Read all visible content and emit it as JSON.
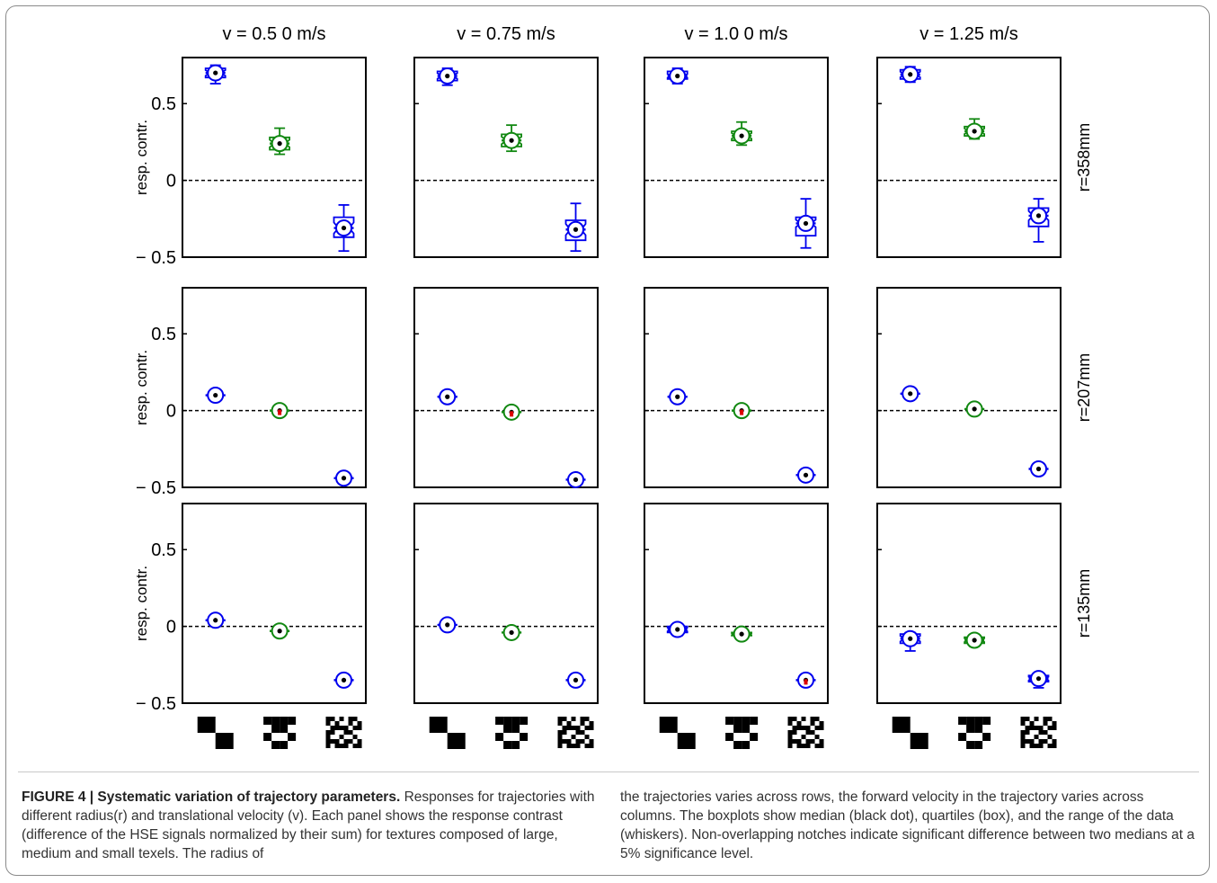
{
  "figure": {
    "column_titles": [
      "v =  0.5 0 m/s",
      "v =  0.75 m/s",
      "v =  1.0 0 m/s",
      "v =  1.25 m/s"
    ],
    "row_labels": [
      "r=358mm",
      "r=207mm",
      "r=135mm"
    ],
    "ylabel": "resp. contr.",
    "ytick_labels": [
      "0.5",
      "0",
      "− 0.5"
    ],
    "colors": {
      "large": "#0000ee",
      "medium": "#118811",
      "small": "#0000ee",
      "median": "#000000",
      "flag": "#dd0000"
    }
  },
  "chart_data": {
    "type": "boxplot",
    "ylim": [
      -0.5,
      0.8
    ],
    "yticks": [
      0.5,
      0,
      -0.5
    ],
    "reference_line": 0,
    "categories": [
      "large texels",
      "medium texels",
      "small texels"
    ],
    "panels": [
      {
        "row": 0,
        "col": 0,
        "boxes": [
          {
            "median": 0.7,
            "q1": 0.67,
            "q3": 0.73,
            "lo": 0.63,
            "hi": 0.75
          },
          {
            "median": 0.24,
            "q1": 0.2,
            "q3": 0.28,
            "lo": 0.17,
            "hi": 0.34
          },
          {
            "median": -0.31,
            "q1": -0.37,
            "q3": -0.24,
            "lo": -0.46,
            "hi": -0.16
          }
        ]
      },
      {
        "row": 0,
        "col": 1,
        "boxes": [
          {
            "median": 0.68,
            "q1": 0.65,
            "q3": 0.71,
            "lo": 0.62,
            "hi": 0.73
          },
          {
            "median": 0.26,
            "q1": 0.22,
            "q3": 0.3,
            "lo": 0.19,
            "hi": 0.36
          },
          {
            "median": -0.32,
            "q1": -0.39,
            "q3": -0.26,
            "lo": -0.46,
            "hi": -0.15
          }
        ]
      },
      {
        "row": 0,
        "col": 2,
        "boxes": [
          {
            "median": 0.68,
            "q1": 0.66,
            "q3": 0.71,
            "lo": 0.63,
            "hi": 0.73
          },
          {
            "median": 0.29,
            "q1": 0.26,
            "q3": 0.32,
            "lo": 0.23,
            "hi": 0.38
          },
          {
            "median": -0.28,
            "q1": -0.36,
            "q3": -0.24,
            "lo": -0.44,
            "hi": -0.12
          }
        ]
      },
      {
        "row": 0,
        "col": 3,
        "boxes": [
          {
            "median": 0.69,
            "q1": 0.66,
            "q3": 0.72,
            "lo": 0.64,
            "hi": 0.74
          },
          {
            "median": 0.32,
            "q1": 0.29,
            "q3": 0.35,
            "lo": 0.27,
            "hi": 0.4
          },
          {
            "median": -0.23,
            "q1": -0.3,
            "q3": -0.18,
            "lo": -0.4,
            "hi": -0.12
          }
        ]
      },
      {
        "row": 1,
        "col": 0,
        "boxes": [
          {
            "median": 0.1,
            "q1": 0.1,
            "q3": 0.1,
            "lo": 0.1,
            "hi": 0.1
          },
          {
            "median": 0.0,
            "q1": 0.0,
            "q3": 0.0,
            "lo": 0.0,
            "hi": 0.0,
            "flag": true
          },
          {
            "median": -0.44,
            "q1": -0.44,
            "q3": -0.44,
            "lo": -0.44,
            "hi": -0.44
          }
        ]
      },
      {
        "row": 1,
        "col": 1,
        "boxes": [
          {
            "median": 0.09,
            "q1": 0.09,
            "q3": 0.09,
            "lo": 0.09,
            "hi": 0.09
          },
          {
            "median": -0.01,
            "q1": -0.01,
            "q3": -0.01,
            "lo": -0.01,
            "hi": -0.01,
            "flag": true
          },
          {
            "median": -0.45,
            "q1": -0.45,
            "q3": -0.45,
            "lo": -0.45,
            "hi": -0.45
          }
        ]
      },
      {
        "row": 1,
        "col": 2,
        "boxes": [
          {
            "median": 0.09,
            "q1": 0.09,
            "q3": 0.09,
            "lo": 0.09,
            "hi": 0.09
          },
          {
            "median": 0.0,
            "q1": 0.0,
            "q3": 0.0,
            "lo": 0.0,
            "hi": 0.0,
            "flag": true
          },
          {
            "median": -0.42,
            "q1": -0.42,
            "q3": -0.42,
            "lo": -0.42,
            "hi": -0.42
          }
        ]
      },
      {
        "row": 1,
        "col": 3,
        "boxes": [
          {
            "median": 0.11,
            "q1": 0.11,
            "q3": 0.11,
            "lo": 0.11,
            "hi": 0.11
          },
          {
            "median": 0.01,
            "q1": 0.01,
            "q3": 0.01,
            "lo": 0.01,
            "hi": 0.01
          },
          {
            "median": -0.38,
            "q1": -0.38,
            "q3": -0.38,
            "lo": -0.38,
            "hi": -0.38
          }
        ]
      },
      {
        "row": 2,
        "col": 0,
        "boxes": [
          {
            "median": 0.04,
            "q1": 0.04,
            "q3": 0.04,
            "lo": 0.04,
            "hi": 0.04
          },
          {
            "median": -0.03,
            "q1": -0.03,
            "q3": -0.03,
            "lo": -0.03,
            "hi": -0.03
          },
          {
            "median": -0.35,
            "q1": -0.35,
            "q3": -0.35,
            "lo": -0.35,
            "hi": -0.35
          }
        ]
      },
      {
        "row": 2,
        "col": 1,
        "boxes": [
          {
            "median": 0.01,
            "q1": 0.01,
            "q3": 0.01,
            "lo": 0.01,
            "hi": 0.01
          },
          {
            "median": -0.04,
            "q1": -0.04,
            "q3": -0.04,
            "lo": -0.04,
            "hi": -0.04
          },
          {
            "median": -0.35,
            "q1": -0.35,
            "q3": -0.35,
            "lo": -0.35,
            "hi": -0.35
          }
        ]
      },
      {
        "row": 2,
        "col": 2,
        "boxes": [
          {
            "median": -0.02,
            "q1": -0.04,
            "q3": 0.0,
            "lo": -0.06,
            "hi": 0.01
          },
          {
            "median": -0.05,
            "q1": -0.06,
            "q3": -0.04,
            "lo": -0.06,
            "hi": -0.04
          },
          {
            "median": -0.35,
            "q1": -0.35,
            "q3": -0.35,
            "lo": -0.35,
            "hi": -0.35,
            "flag": true
          }
        ]
      },
      {
        "row": 2,
        "col": 3,
        "boxes": [
          {
            "median": -0.08,
            "q1": -0.11,
            "q3": -0.05,
            "lo": -0.16,
            "hi": -0.04
          },
          {
            "median": -0.09,
            "q1": -0.11,
            "q3": -0.07,
            "lo": -0.13,
            "hi": -0.06
          },
          {
            "median": -0.34,
            "q1": -0.36,
            "q3": -0.32,
            "lo": -0.4,
            "hi": -0.31
          }
        ]
      }
    ]
  },
  "caption": {
    "label": "FIGURE 4 | Systematic variation of trajectory parameters.",
    "left_text": " Responses for trajectories with different radius(r) and translational velocity (v). Each panel shows the response contrast (difference of the HSE signals normalized by their sum) for textures composed of large, medium and small texels. The radius of",
    "right_text": "the trajectories varies across rows, the forward velocity in the trajectory varies across columns. The boxplots show median (black dot), quartiles (box), and the range of the data (whiskers). Non-overlapping notches indicate significant difference between two medians at a 5% significance level."
  }
}
